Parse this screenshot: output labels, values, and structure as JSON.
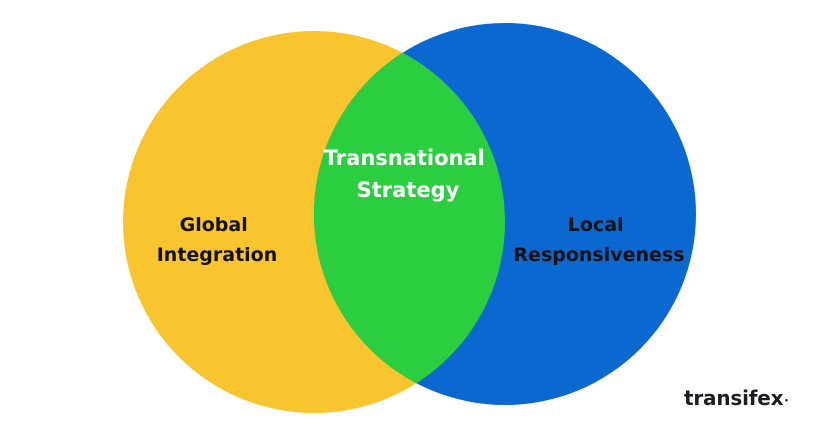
{
  "diagram": {
    "left_circle": {
      "label_lines": [
        "Global",
        "Integration"
      ],
      "color": "#F8C52E"
    },
    "right_circle": {
      "label_lines": [
        "Local",
        "Responsiveness"
      ],
      "color": "#0A68D0"
    },
    "overlap": {
      "label_lines": [
        "Transnational",
        "Strategy"
      ],
      "color": "#2ACE3F"
    }
  },
  "logo": {
    "text": "transifex",
    "color": "#1d1d25"
  }
}
